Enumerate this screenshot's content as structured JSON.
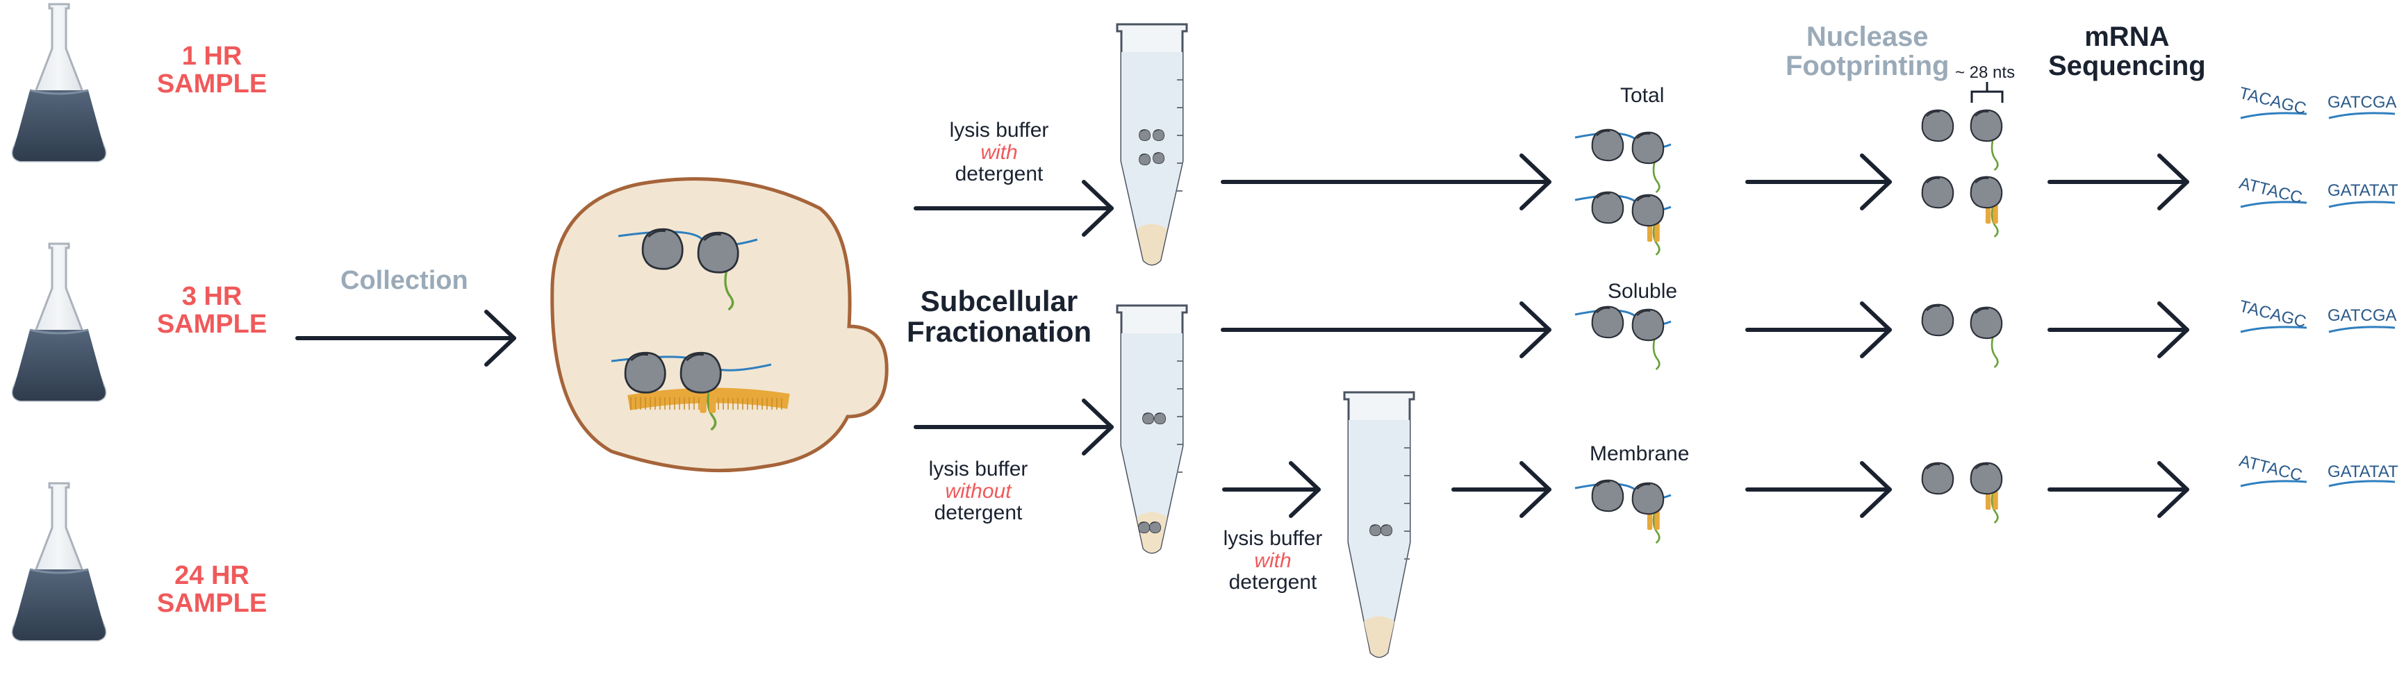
{
  "samples": [
    "1 HR\nSAMPLE",
    "3 HR\nSAMPLE",
    "24 HR\nSAMPLE"
  ],
  "steps": {
    "collection": "Collection",
    "subcellular": "Subcellular\nFractionation",
    "footprinting": "Nuclease\nFootprinting",
    "sequencing": "mRNA\nSequencing"
  },
  "buffers": {
    "with_top": {
      "pre": "lysis buffer",
      "em": "with",
      "post": "detergent"
    },
    "without": {
      "pre": "lysis buffer",
      "em": "without",
      "post": "detergent"
    },
    "with_bottom": {
      "pre": "lysis buffer",
      "em": "with",
      "post": "detergent"
    }
  },
  "fractions": [
    "Total",
    "Soluble",
    "Membrane"
  ],
  "footprint_size": "~ 28 nts",
  "sequences": [
    [
      "TACAGC",
      "GATCGA"
    ],
    [
      "ATTACC",
      "GATATAT"
    ],
    [
      "TACAGC",
      "GATCGA"
    ],
    [
      "ATTACC",
      "GATATAT"
    ]
  ],
  "colors": {
    "sample_text": "#f0595a",
    "step_text": "#9aaab8",
    "ribosome": "#868a91",
    "mrna": "#2f7fbf",
    "membrane": "#e8a83a",
    "cell_fill": "#f2e6d2",
    "cell_border": "#a6643a",
    "flask_liquid": "#3b4b5e",
    "arrow": "#1a2230"
  },
  "icons": {
    "flask": "erlenmeyer-flask-icon",
    "tube": "microcentrifuge-tube-icon",
    "ribosome": "ribosome-icon"
  }
}
